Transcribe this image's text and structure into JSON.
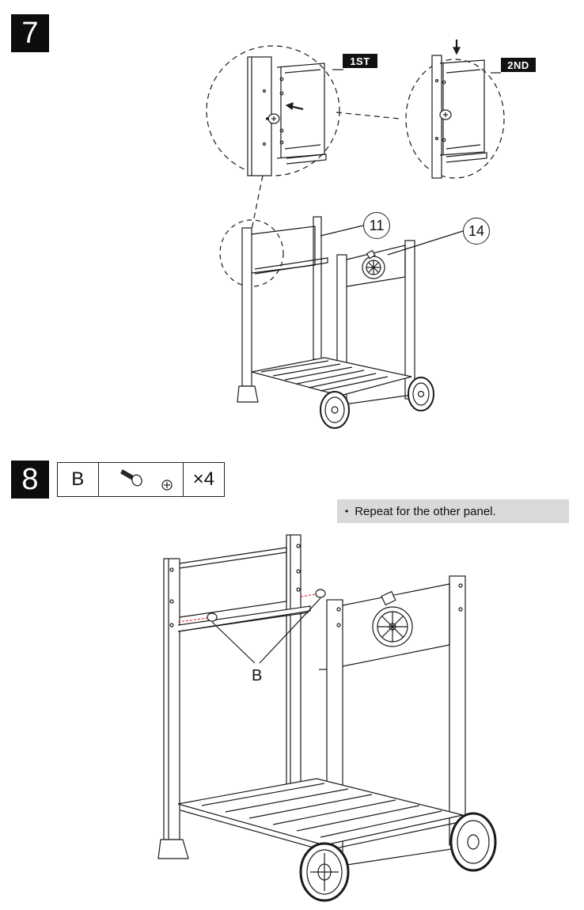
{
  "step7": {
    "number": "7",
    "tag_first": "1ST",
    "tag_second": "2ND",
    "callout_11": "11",
    "callout_14": "14"
  },
  "step8": {
    "number": "8",
    "part_letter": "B",
    "part_quantity": "×4",
    "note_bullet": "•",
    "note_text": "Repeat for the other panel.",
    "label_b": "B"
  },
  "icons": {
    "screw": "screw-icon",
    "phillips_head": "phillips-head-icon",
    "arrow": "arrow-icon",
    "wheel": "wheel-icon",
    "vent": "vent-icon"
  },
  "colors": {
    "line": "#1a1a1a",
    "note_bg": "#d9d9d9",
    "screw_accent": "#d43a3a"
  }
}
